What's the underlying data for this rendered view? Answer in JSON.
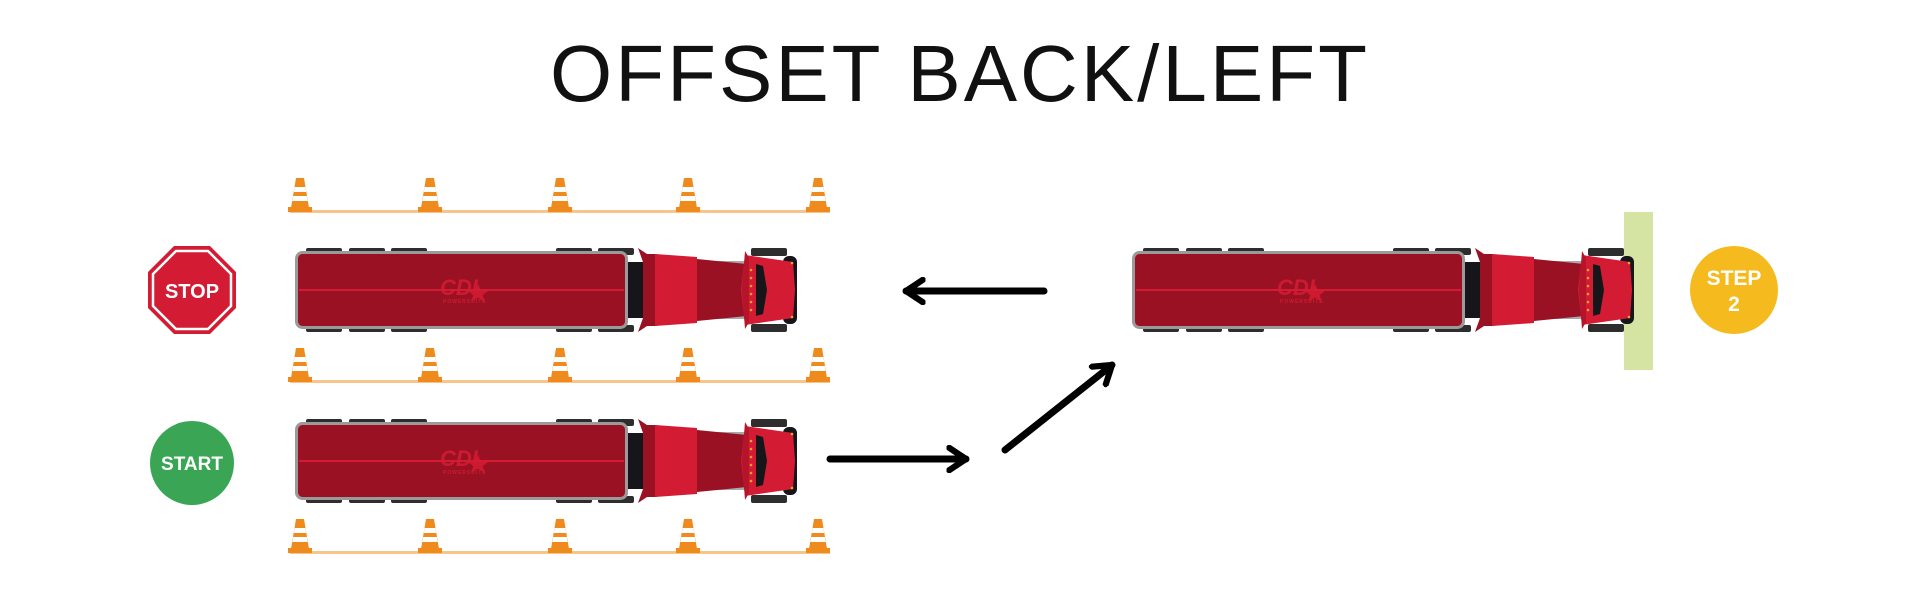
{
  "title": "OFFSET BACK/LEFT",
  "signs": {
    "stop": {
      "label": "STOP",
      "color": "#d31c33"
    },
    "start": {
      "label": "START",
      "color": "#3aa655"
    },
    "step": {
      "label_line1": "STEP",
      "label_line2": "2",
      "color": "#f5bb1e"
    }
  },
  "truck_logo": {
    "brand": "CDL",
    "tagline": "POWERSUITE"
  },
  "colors": {
    "trailer": "#9b1124",
    "cab": "#d31c33",
    "cone": "#ef8a1d",
    "cone_line": "#f7c48c",
    "stop_zone": "#d5e4a3",
    "arrow": "#000000"
  }
}
